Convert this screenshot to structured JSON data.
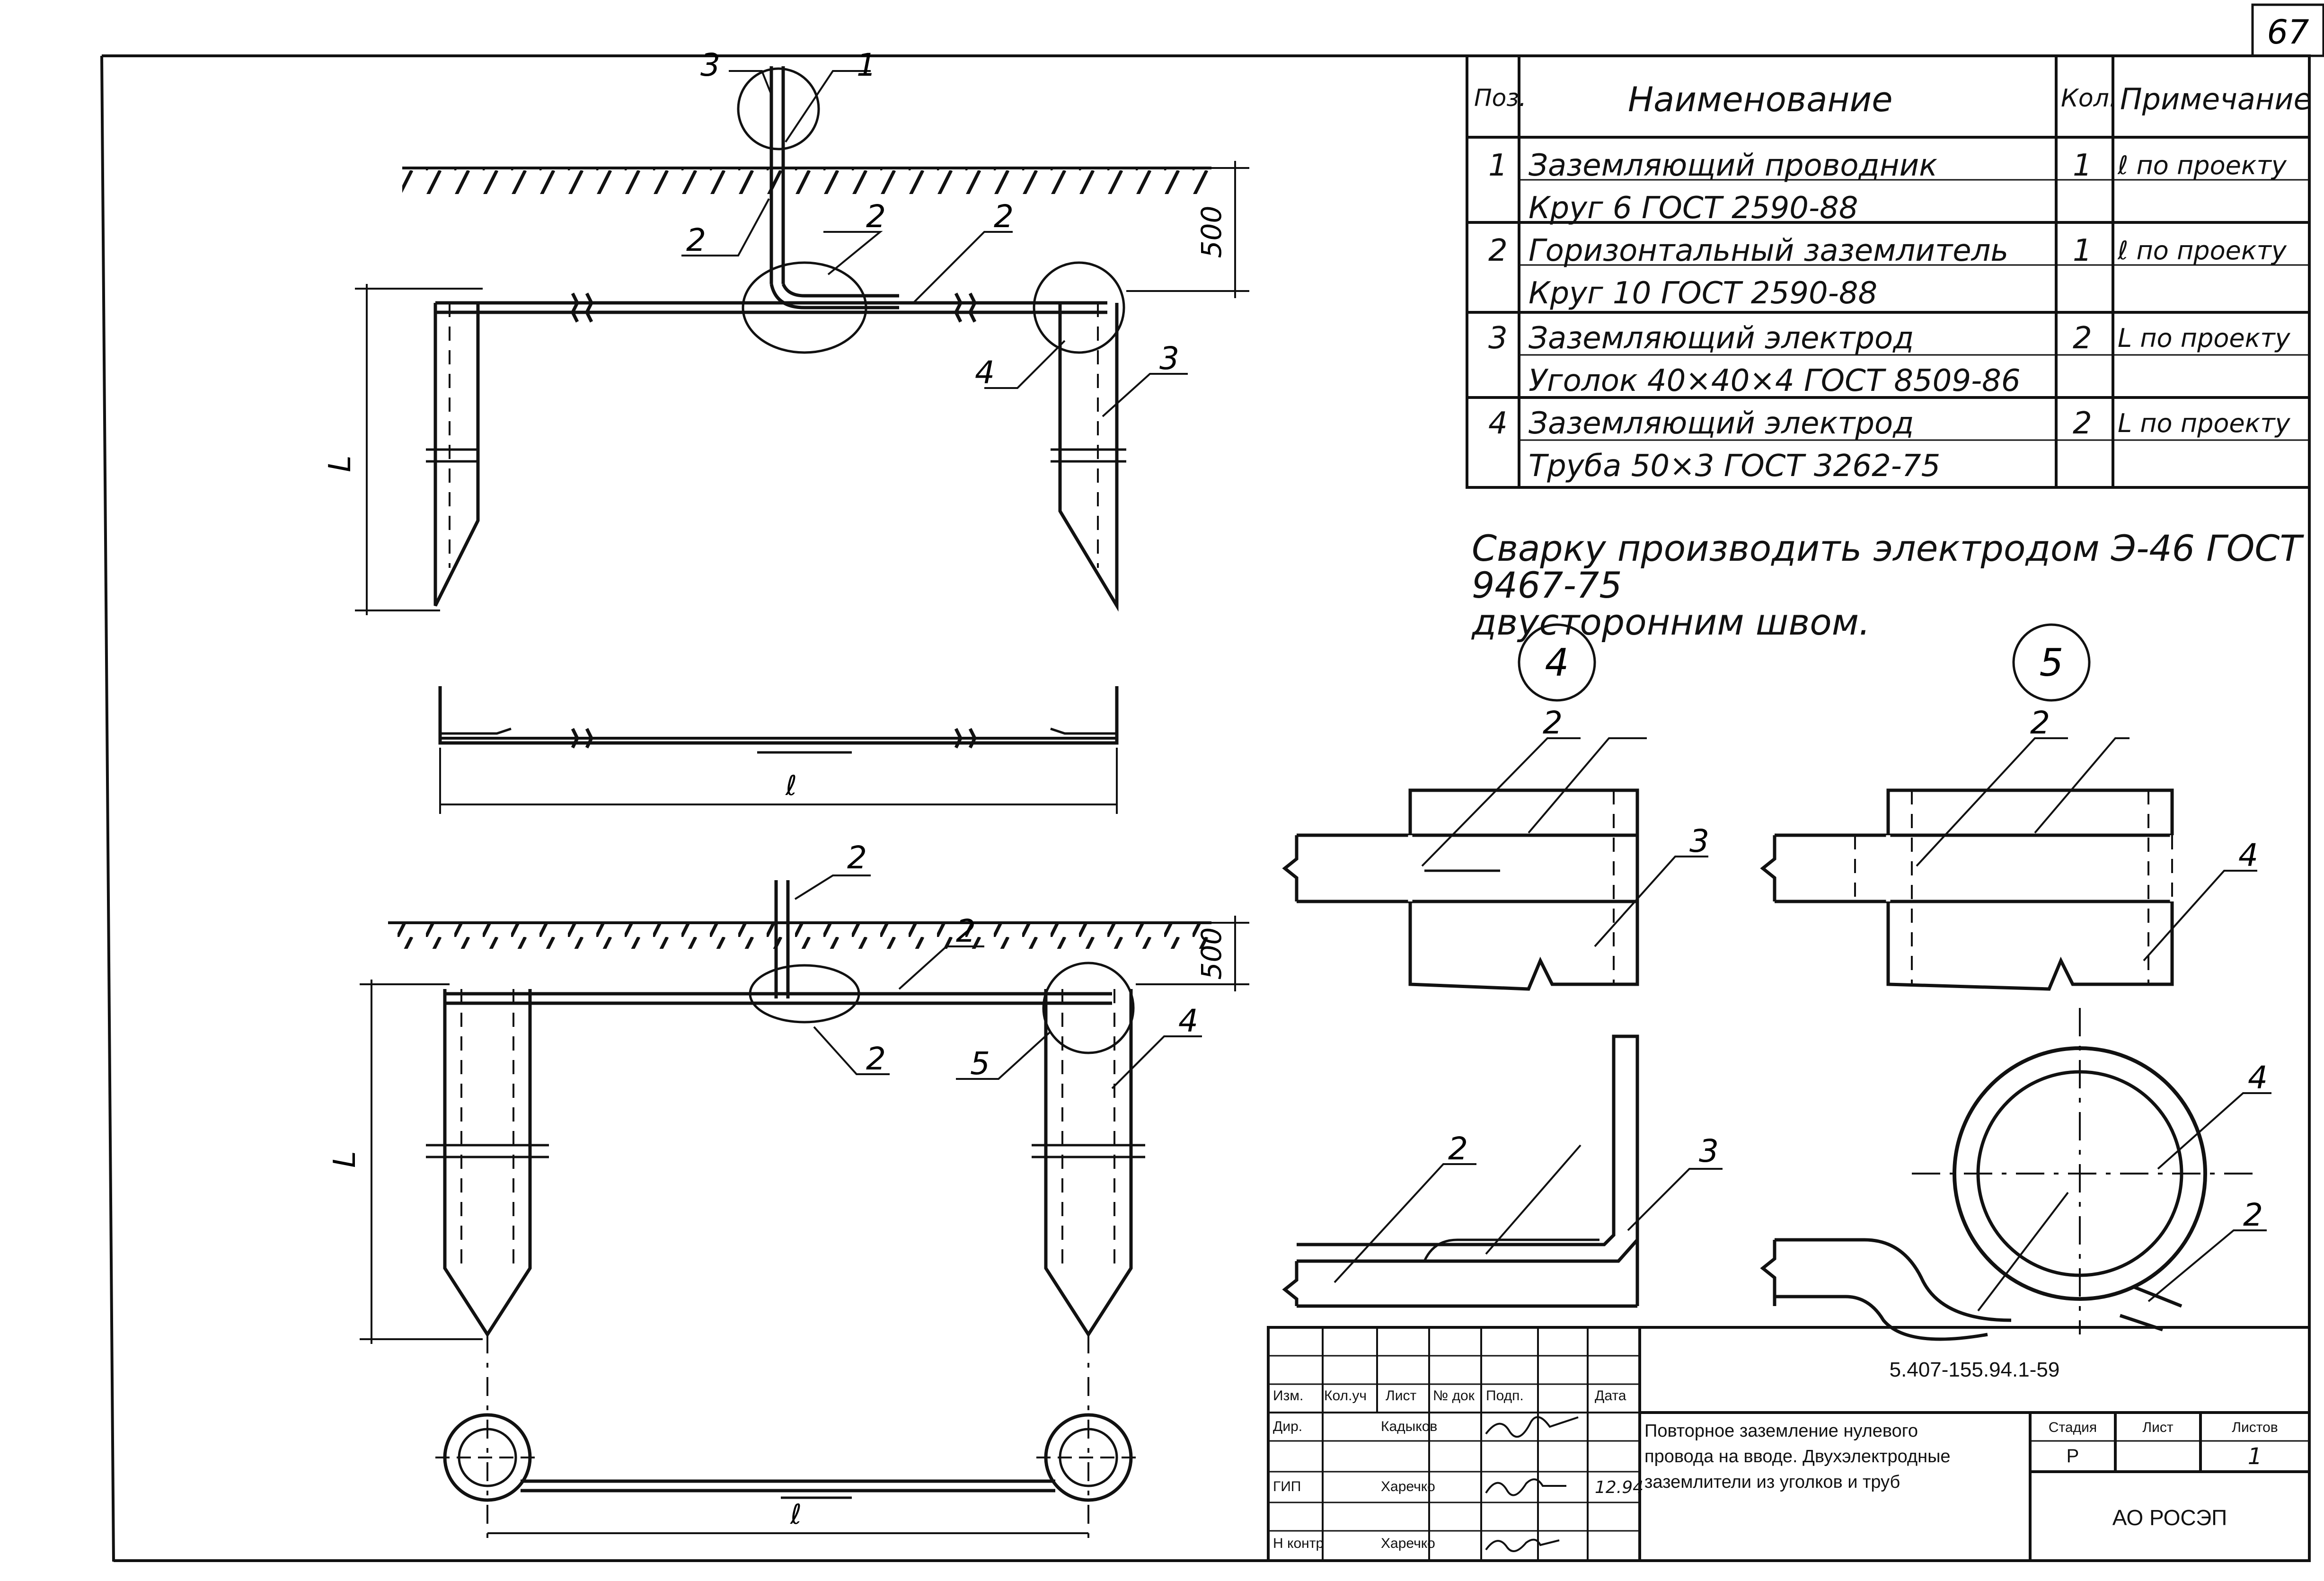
{
  "sheet_number": "67",
  "spec_table": {
    "headers": {
      "pos": "Поз.",
      "name": "Наименование",
      "qty": "Кол.",
      "note": "Примечание"
    },
    "rows": [
      {
        "pos": "1",
        "name": "Заземляющий проводник",
        "qty": "1",
        "note": "ℓ по проекту"
      },
      {
        "pos": "",
        "name": "Круг 6 ГОСТ 2590-88",
        "qty": "",
        "note": ""
      },
      {
        "pos": "2",
        "name": "Горизонтальный заземлитель",
        "qty": "1",
        "note": "ℓ по проекту"
      },
      {
        "pos": "",
        "name": "Круг 10 ГОСТ 2590-88",
        "qty": "",
        "note": ""
      },
      {
        "pos": "3",
        "name": "Заземляющий электрод",
        "qty": "2",
        "note": "L по проекту"
      },
      {
        "pos": "",
        "name": "Уголок 40×40×4 ГОСТ 8509-86",
        "qty": "",
        "note": ""
      },
      {
        "pos": "4",
        "name": "Заземляющий электрод",
        "qty": "2",
        "note": "L по проекту"
      },
      {
        "pos": "",
        "name": "Труба 50×3 ГОСТ 3262-75",
        "qty": "",
        "note": ""
      }
    ]
  },
  "weld_note": {
    "line1": "Сварку производить электродом Э-46 ГОСТ 9467-75",
    "line2": "двусторонним швом."
  },
  "detail_callouts": {
    "d4": "4",
    "d5": "5"
  },
  "dims": {
    "depth_top": "500",
    "depth_bottom": "500",
    "L_top": "L",
    "L_bottom": "L",
    "l_plan1": "ℓ",
    "l_plan2": "ℓ"
  },
  "leaders": {
    "a1": "3",
    "a2": "1",
    "a3": "2",
    "a4": "2",
    "a5": "2",
    "a6": "4",
    "a7": "3",
    "b1": "2",
    "b2": "2",
    "b3": "2",
    "b4": "5",
    "b5": "4",
    "c1": "2",
    "c2": "3",
    "c3": "2",
    "c4": "4",
    "e1": "2",
    "e2": "3",
    "e3": "2",
    "e4": "4"
  },
  "title_block": {
    "doc_code": "5.407-155.94.1-59",
    "title_lines": [
      "Повторное заземление нулевого",
      "провода на вводе. Двухэлектродные",
      "заземлители из уголков и труб"
    ],
    "cols": {
      "izm": "Изм.",
      "koluch": "Кол.уч",
      "list": "Лист",
      "ndok": "№ док",
      "podp": "Подп.",
      "data": "Дата"
    },
    "roles": {
      "dir": "Дир.",
      "gip": "ГИП",
      "nkontr": "Н контр"
    },
    "names": {
      "dir": "Кадыков",
      "gip": "Харечко",
      "nkontr": "Харечко"
    },
    "date_gip": "12.94",
    "stage_headers": {
      "stage": "Стадия",
      "sheet": "Лист",
      "sheets": "Листов"
    },
    "stage_values": {
      "stage": "Р",
      "sheet": "",
      "sheets": "1"
    },
    "org": "АО РОСЭП"
  }
}
